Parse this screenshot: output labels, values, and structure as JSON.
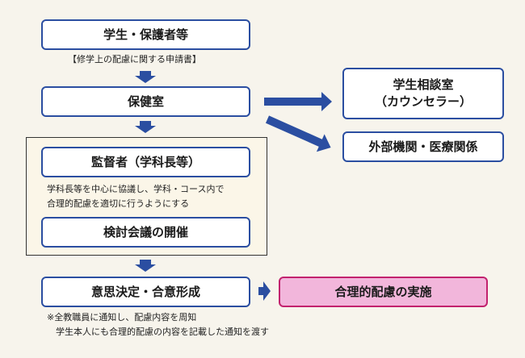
{
  "nodes": {
    "students": "学生・保護者等",
    "health": "保健室",
    "counsel_line1": "学生相談室",
    "counsel_line2": "（カウンセラー）",
    "external": "外部機関・医療関係",
    "supervisor": "監督者（学科長等）",
    "meeting": "検討会議の開催",
    "decision": "意思決定・合意形成",
    "implementation": "合理的配慮の実施"
  },
  "notes": {
    "application": "【修学上の配慮に関する申請書】",
    "supervisor_line1": "学科長等を中心に協議し、学科・コース内で",
    "supervisor_line2": "合理的配慮を適切に行うようにする",
    "decision_line1": "※全教職員に通知し、配慮内容を周知",
    "decision_line2": "　学生本人にも合理的配慮の内容を記載した通知を渡す"
  },
  "colors": {
    "box_border": "#2b4ea1",
    "arrow": "#2b4ea1",
    "highlight_fill": "#f2b6db",
    "highlight_border": "#c2226e",
    "background": "#f7f4ec"
  }
}
